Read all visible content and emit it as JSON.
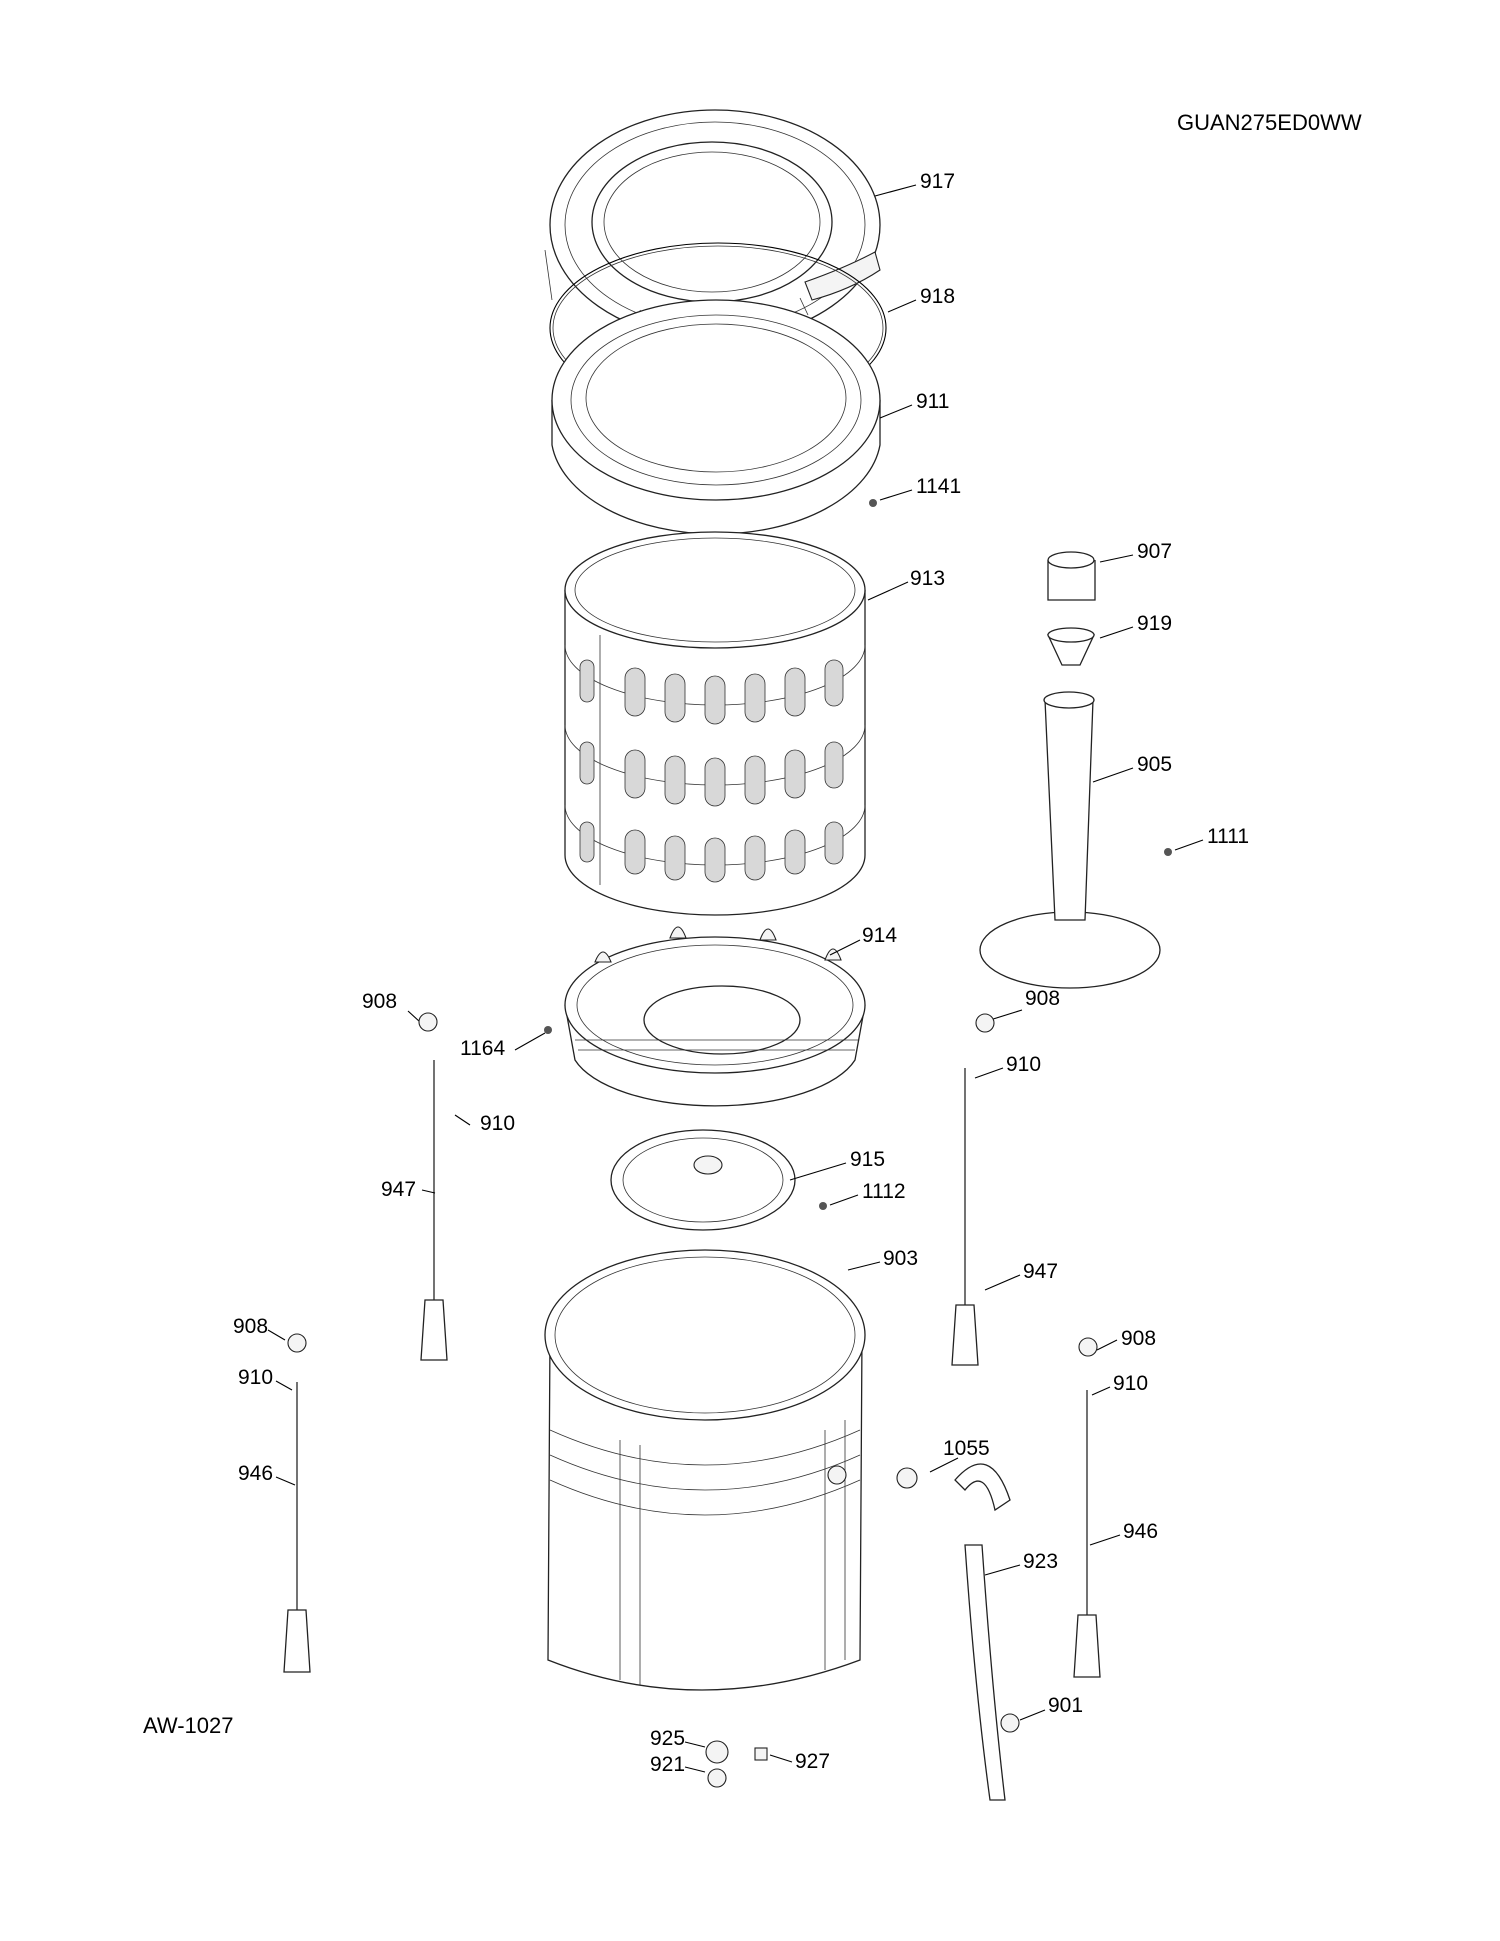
{
  "model_number": "GUAN275ED0WW",
  "diagram_code": "AW-1027",
  "callouts": [
    "917",
    "918",
    "911",
    "1141",
    "907",
    "919",
    "913",
    "905",
    "1111",
    "914",
    "908",
    "1164",
    "910",
    "947",
    "908",
    "910",
    "915",
    "1112",
    "903",
    "947",
    "908",
    "910",
    "908",
    "910",
    "946",
    "946",
    "1055",
    "923",
    "901",
    "925",
    "921",
    "927"
  ]
}
